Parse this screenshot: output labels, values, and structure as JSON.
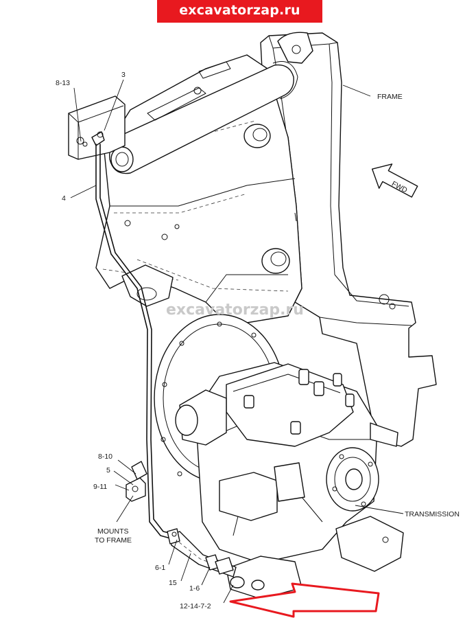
{
  "banner": {
    "text": "excavatorzap.ru"
  },
  "watermark": {
    "text": "excavatorzap.ru"
  },
  "colors": {
    "banner": "#e8191f",
    "arrow": "#e8191f",
    "watermark": "#c9c9c9"
  },
  "callouts": {
    "c_8_13": "8-13",
    "c_3": "3",
    "c_4": "4",
    "c_frame": "FRAME",
    "c_fwd": "FWD",
    "c_8_10": "8-10",
    "c_5": "5",
    "c_9_11": "9-11",
    "c_mounts_1": "MOUNTS",
    "c_mounts_2": "TO FRAME",
    "c_transmission": "TRANSMISSION",
    "c_6_1": "6-1",
    "c_15": "15",
    "c_1_6": "1-6",
    "c_12_14_7_2": "12-14-7-2"
  }
}
